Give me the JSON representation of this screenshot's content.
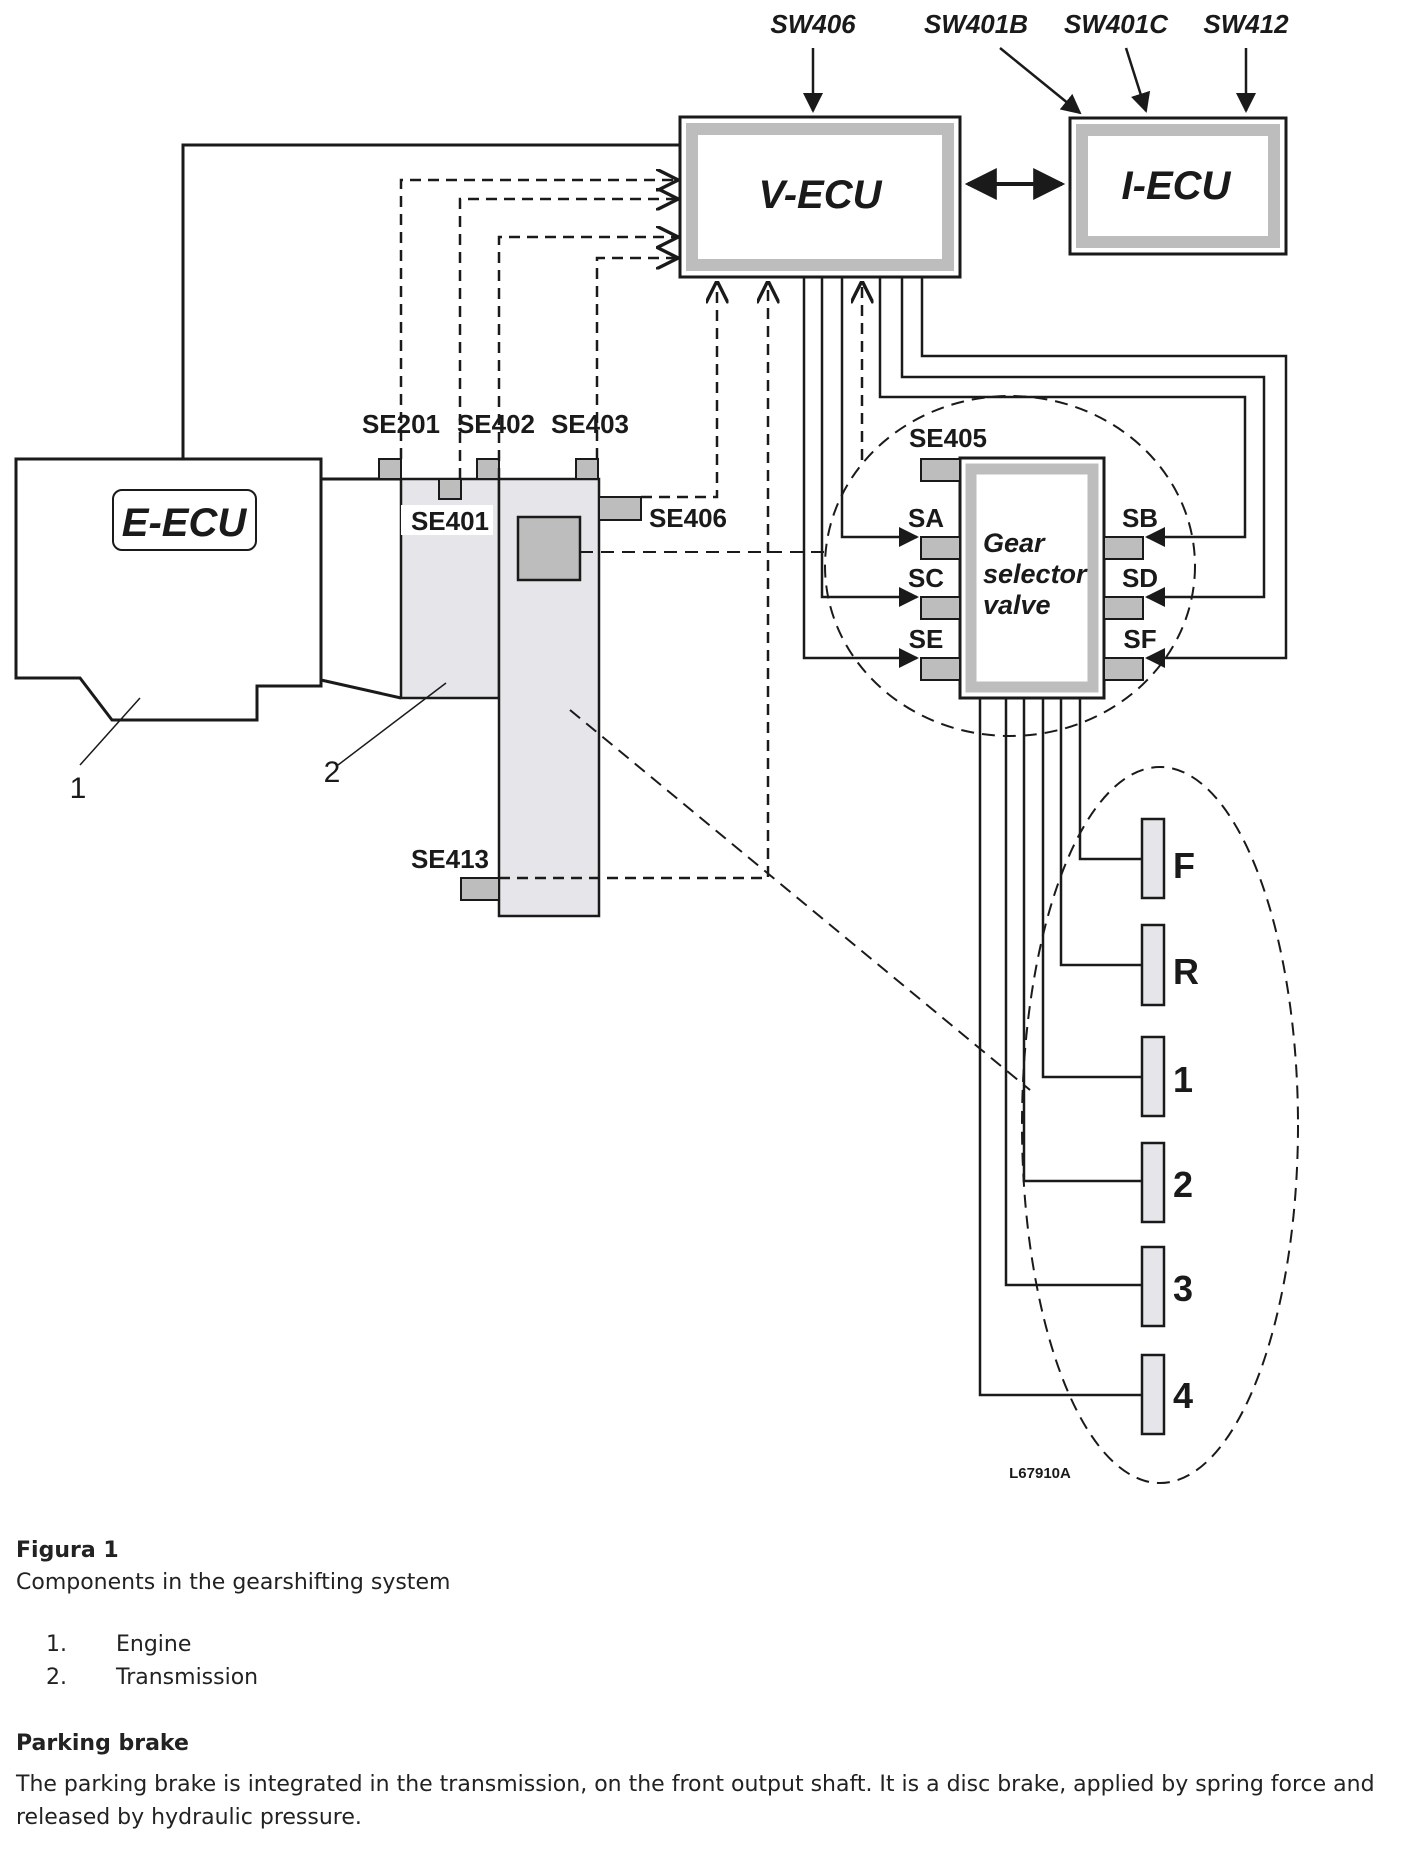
{
  "diagram": {
    "switches": {
      "sw406": "SW406",
      "sw401b": "SW401B",
      "sw401c": "SW401C",
      "sw412": "SW412"
    },
    "units": {
      "vecu": "V-ECU",
      "iecu": "I-ECU",
      "eecu": "E-ECU"
    },
    "sensors": {
      "se201": "SE201",
      "se402": "SE402",
      "se403": "SE403",
      "se401": "SE401",
      "se406": "SE406",
      "se413": "SE413",
      "se405": "SE405"
    },
    "solenoids": {
      "sa": "SA",
      "sb": "SB",
      "sc": "SC",
      "sd": "SD",
      "se": "SE",
      "sf": "SF"
    },
    "valve": {
      "line1": "Gear",
      "line2": "selector",
      "line3": "valve"
    },
    "gears": [
      "F",
      "R",
      "1",
      "2",
      "3",
      "4"
    ],
    "callouts": {
      "engine": "1",
      "transmission": "2"
    },
    "drawing_code": "L67910A"
  },
  "figure": {
    "title": "Figura 1",
    "caption": "Components in the gearshifting system",
    "legend": [
      {
        "num": "1.",
        "label": "Engine"
      },
      {
        "num": "2.",
        "label": "Transmission"
      }
    ]
  },
  "section": {
    "title": "Parking brake",
    "text": "The parking brake is integrated in the transmission, on the front output shaft. It is a disc brake, applied by spring force and released by hydraulic pressure."
  }
}
